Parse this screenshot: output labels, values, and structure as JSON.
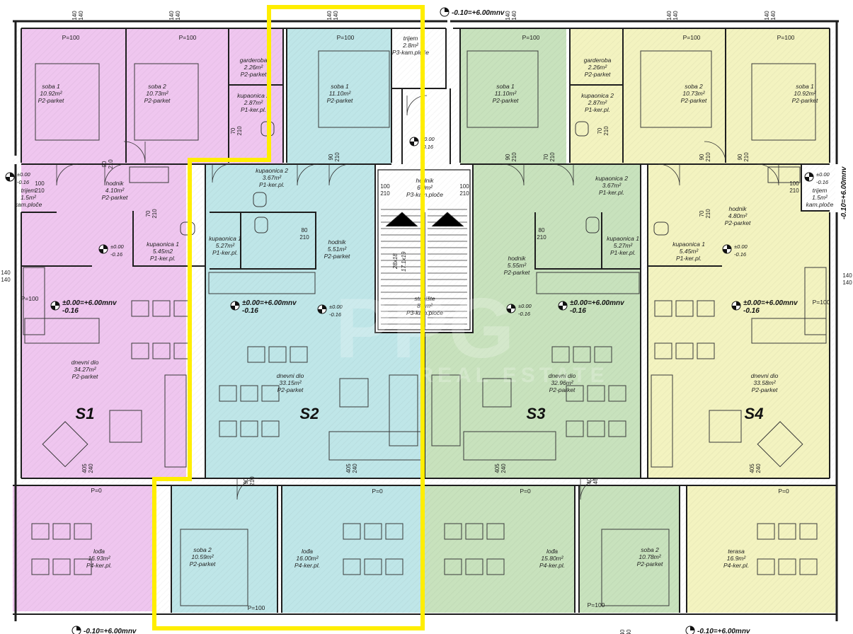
{
  "colors": {
    "s1": "#efc6ef",
    "s2": "#bfe6e8",
    "s3": "#c8e2bd",
    "s4": "#f3f3c0",
    "highlight": "#ffee00",
    "wall": "#1e1e1e",
    "furniture": "#3a3a3a"
  },
  "units": [
    {
      "key": "s1",
      "name": "S1"
    },
    {
      "key": "s2",
      "name": "S2"
    },
    {
      "key": "s3",
      "name": "S3"
    },
    {
      "key": "s4",
      "name": "S4"
    }
  ],
  "rooms": [
    {
      "id": "s1-soba1",
      "lines": [
        "soba 1",
        "10.92m²",
        "P2-parket"
      ]
    },
    {
      "id": "s1-soba2",
      "lines": [
        "soba 2",
        "10.73m²",
        "P2-parket"
      ]
    },
    {
      "id": "s1-garderoba",
      "lines": [
        "garderoba",
        "2.26m²",
        "P2-parket"
      ]
    },
    {
      "id": "s1-kupaonica2",
      "lines": [
        "kupaonica 2",
        "2.87m²",
        "P1-ker.pl."
      ]
    },
    {
      "id": "s1-trijem",
      "lines": [
        "trijem",
        "1.5m²",
        "kam.ploče"
      ]
    },
    {
      "id": "s1-hodnik",
      "lines": [
        "hodnik",
        "4.10m²",
        "P2-parket"
      ]
    },
    {
      "id": "s1-kupaonica1",
      "lines": [
        "kupaonica 1",
        "5.45m2",
        "P1-ker.pl."
      ]
    },
    {
      "id": "s1-dnevni",
      "lines": [
        "dnevni dio",
        "34.27m²",
        "P2-parket"
      ]
    },
    {
      "id": "s1-loda",
      "lines": [
        "lođa",
        "16.93m²",
        "P4-ker.pl."
      ]
    },
    {
      "id": "s2-soba1",
      "lines": [
        "soba 1",
        "11.10m²",
        "P2-parket"
      ]
    },
    {
      "id": "s2-kupaonica2",
      "lines": [
        "kupaonica 2",
        "3.67m²",
        "P1-ker.pl."
      ]
    },
    {
      "id": "s2-kupaonica1",
      "lines": [
        "kupaonica 1",
        "5.27m²",
        "P1-ker.pl."
      ]
    },
    {
      "id": "s2-hodnik",
      "lines": [
        "hodnik",
        "5.51m²",
        "P2-parket"
      ]
    },
    {
      "id": "s2-dnevni",
      "lines": [
        "dnevni dio",
        "33.15m²",
        "P2-parket"
      ]
    },
    {
      "id": "s2-soba2",
      "lines": [
        "soba 2",
        "10.59m²",
        "P2-parket"
      ]
    },
    {
      "id": "s2-loda",
      "lines": [
        "lođa",
        "16.00m²",
        "P4-ker.pl."
      ]
    },
    {
      "id": "c-trijem",
      "lines": [
        "trijem",
        "2.8m²",
        "P3-kam.ploče"
      ]
    },
    {
      "id": "c-hodnik",
      "lines": [
        "hodnik",
        "6.0m²",
        "P3-kam.ploče"
      ]
    },
    {
      "id": "c-stubiste",
      "lines": [
        "stubište",
        "8.0m²",
        "P3-kam.ploče"
      ]
    },
    {
      "id": "s3-soba1",
      "lines": [
        "soba 1",
        "11.10m²",
        "P2-parket"
      ]
    },
    {
      "id": "s3-kupaonica2",
      "lines": [
        "kupaonica 2",
        "3.67m²",
        "P1-ker.pl."
      ]
    },
    {
      "id": "s3-kupaonica1",
      "lines": [
        "kupaonica 1",
        "5.27m²",
        "P1-ker.pl."
      ]
    },
    {
      "id": "s3-hodnik",
      "lines": [
        "hodnik",
        "5.55m²",
        "P2-parket"
      ]
    },
    {
      "id": "s3-dnevni",
      "lines": [
        "dnevni dio",
        "32.96m²",
        "P2-parket"
      ]
    },
    {
      "id": "s3-loda",
      "lines": [
        "lođa",
        "15.80m²",
        "P4-ker.pl."
      ]
    },
    {
      "id": "s3-soba2",
      "lines": [
        "soba 2",
        "10.78m²",
        "P2-parket"
      ]
    },
    {
      "id": "s4-garderoba",
      "lines": [
        "garderoba",
        "2.26m²",
        "P2-parket"
      ]
    },
    {
      "id": "s4-kupaonica2",
      "lines": [
        "kupaonica 2",
        "2.87m²",
        "P1-ker.pl."
      ]
    },
    {
      "id": "s4-soba2",
      "lines": [
        "soba 2",
        "10.73m²",
        "P2-parket"
      ]
    },
    {
      "id": "s4-soba1",
      "lines": [
        "soba 1",
        "10.92m²",
        "P2-parket"
      ]
    },
    {
      "id": "s4-trijem",
      "lines": [
        "trijem",
        "1.5m²",
        "kam.ploče"
      ]
    },
    {
      "id": "s4-hodnik",
      "lines": [
        "hodnik",
        "4.80m²",
        "P2-parket"
      ]
    },
    {
      "id": "s4-kupaonica1",
      "lines": [
        "kupaonica 1",
        "5.45m²",
        "P1-ker.pl."
      ]
    },
    {
      "id": "s4-dnevni",
      "lines": [
        "dnevni dio",
        "33.58m²",
        "P2-parket"
      ]
    },
    {
      "id": "s4-terasa",
      "lines": [
        "terasa",
        "16.9m²",
        "P4-ker.pl."
      ]
    }
  ],
  "sill_labels": [
    "P=100",
    "P=0"
  ],
  "level_labels": {
    "upper": "-0.10=+6.00mnv",
    "floor_main": "±0.00=+6.00mnv",
    "floor_rel": "-0.16",
    "zero": "±0.00"
  },
  "dimension_labels": [
    "140",
    "90",
    "210",
    "70",
    "80",
    "100",
    "405",
    "240",
    "40"
  ],
  "stair_labels": [
    "28x18",
    "17.1x19"
  ],
  "watermark": {
    "logo": "PPG",
    "text": "REAL ESTATE"
  }
}
